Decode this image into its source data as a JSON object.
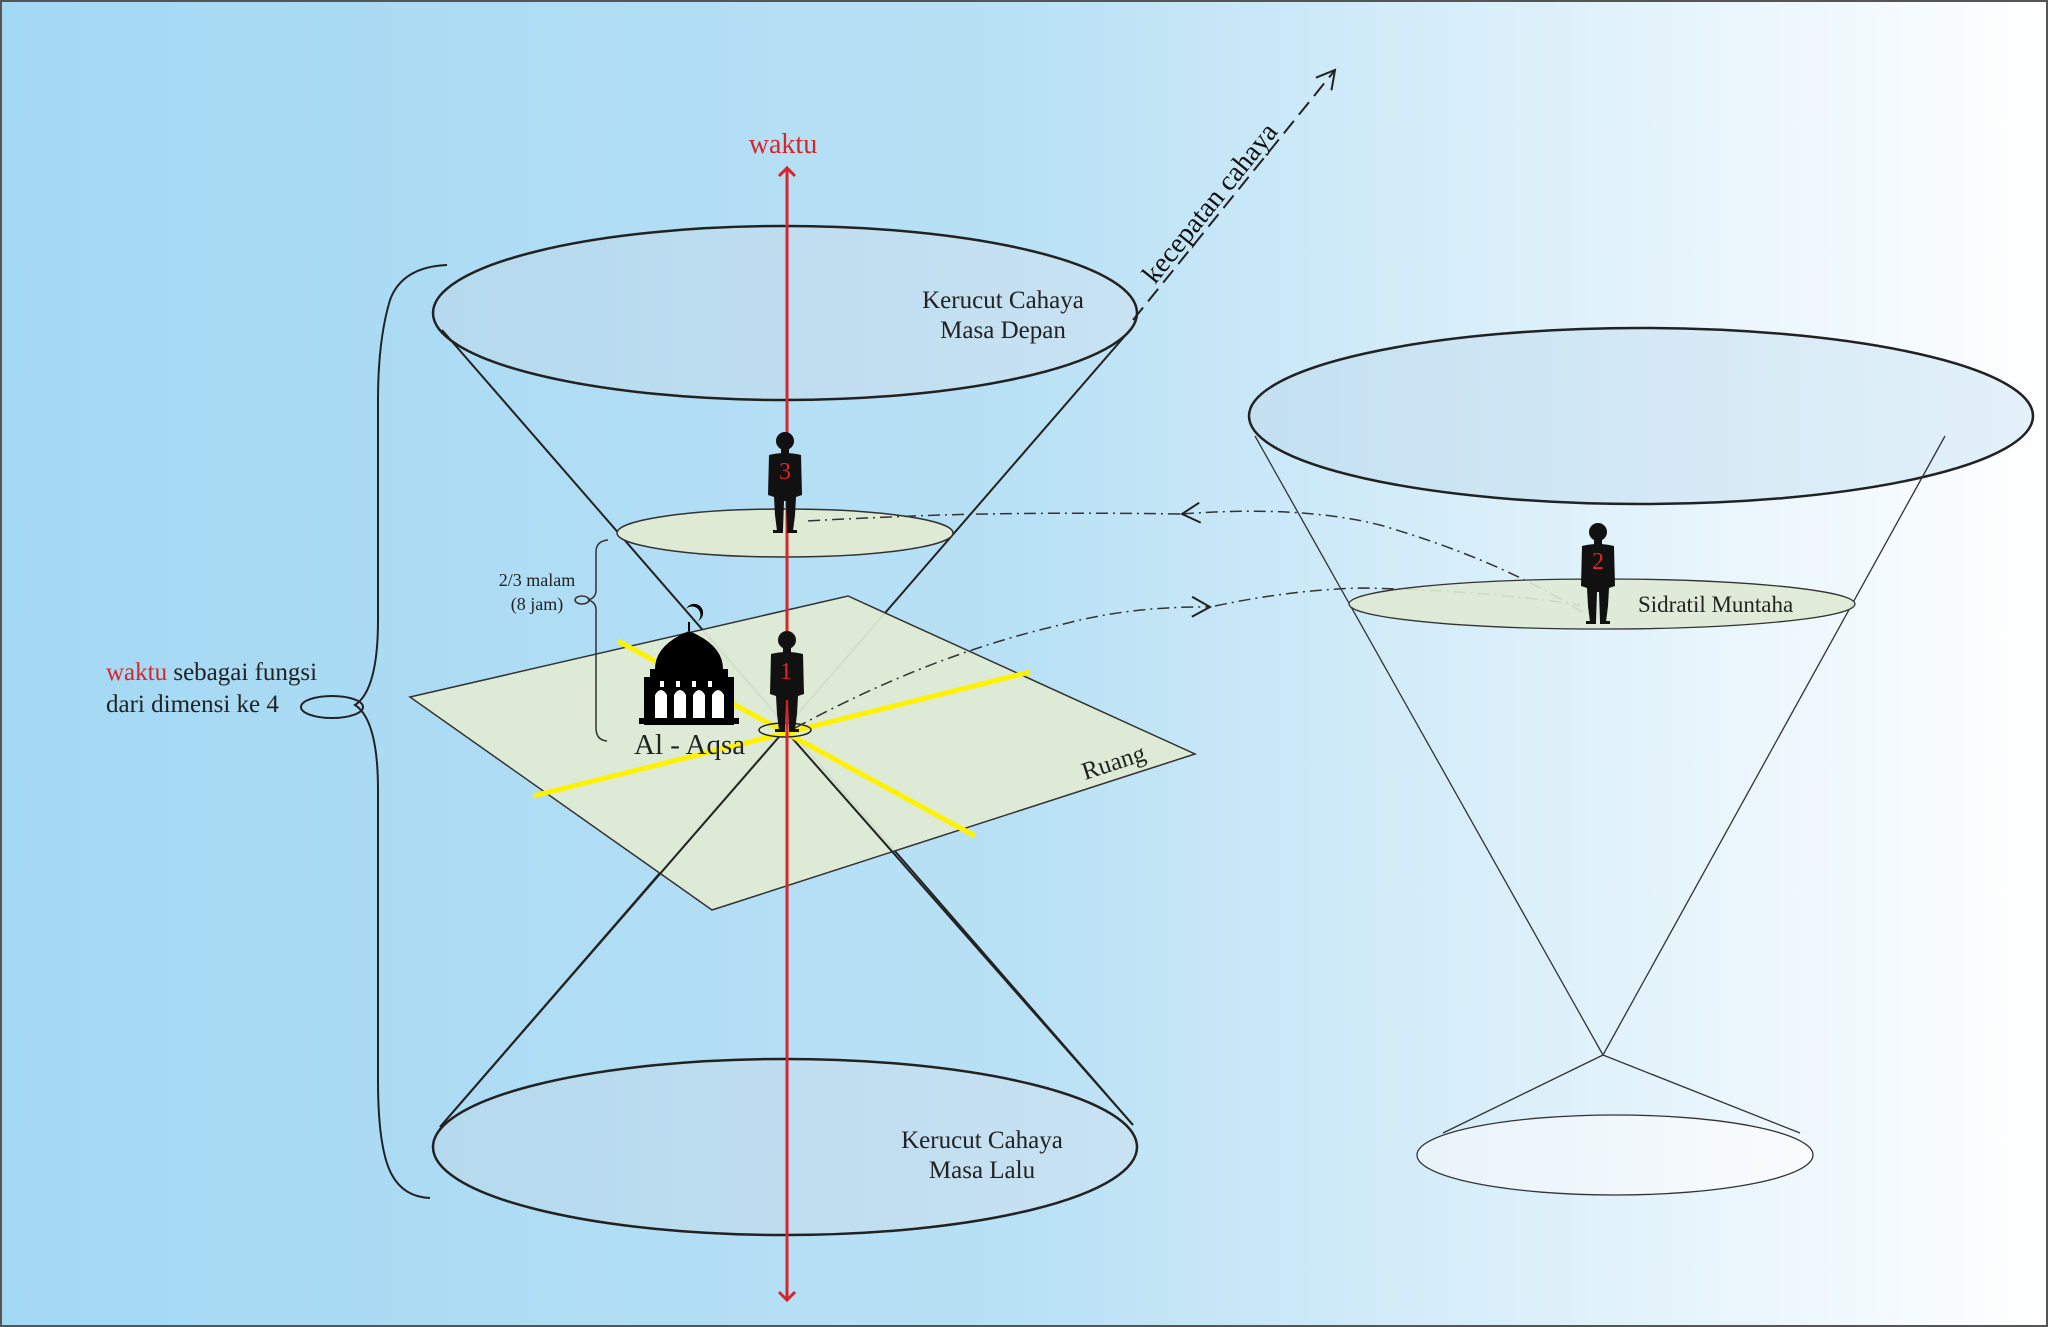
{
  "axes": {
    "time_label": "waktu",
    "light_speed_label": "kecepatan cahaya"
  },
  "cones": {
    "future_line1": "Kerucut Cahaya",
    "future_line2": "Masa Depan",
    "past_line1": "Kerucut Cahaya",
    "past_line2": "Masa Lalu"
  },
  "left_note": {
    "highlight": "waktu",
    "rest": " sebagai fungsi",
    "line2": "dari dimensi ke 4"
  },
  "duration": {
    "line1": "2/3 malam",
    "line2": "(8 jam)"
  },
  "places": {
    "aqsa": "Al - Aqsa",
    "space": "Ruang",
    "sidratil": "Sidratil Muntaha"
  },
  "figures": {
    "f1": "1",
    "f2": "2",
    "f3": "3"
  },
  "colors": {
    "background_left": "#a3d8f4",
    "background_right": "#ffffff",
    "time_axis": "#d7262b",
    "plane_fill": "#deead4",
    "space_lines": "#fff200",
    "figure_number": "#e0242a",
    "cone_fill": "#c7dff0"
  }
}
